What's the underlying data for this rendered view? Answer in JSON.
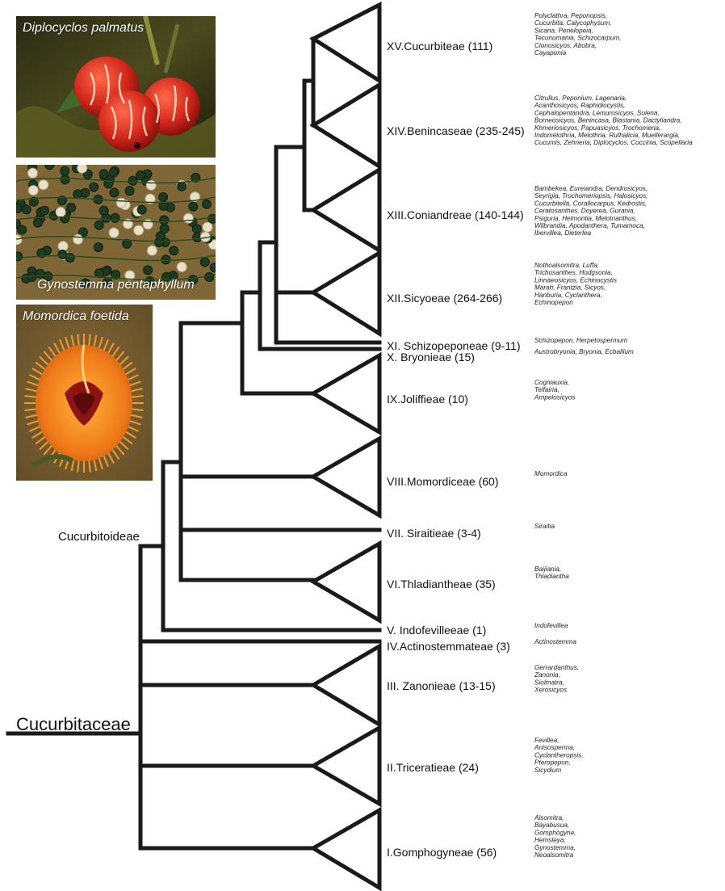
{
  "root_label": "Cucurbitaceae",
  "subfamily_label": "Cucurbitoideae",
  "photos": [
    {
      "caption": "Diplocyclos palmatus",
      "subject": "red-striped-gourds"
    },
    {
      "caption": "Gynostemma pentaphyllum",
      "subject": "dark-and-pale-berries"
    },
    {
      "caption": "Momordica foetida",
      "subject": "orange-spiny-fruit"
    }
  ],
  "tribes": [
    {
      "label": "XV.Cucurbiteae (111)",
      "genera": [
        "Polyclathra, Peponopsis,",
        "Cucurbita, Calycophysum,",
        "Sicana, Penelopeia,",
        "Tecunumania, Schizocarpum,",
        "Cionosicyos, Abobra,",
        "Cayaponia"
      ]
    },
    {
      "label": "XIV.Benincaseae (235-245)",
      "genera": [
        "Citrullus, Peponium, Lagenaria,",
        "Acanthosicyos, Raphidiocystis,",
        "Cephalopentandra, Lemurosicyos, Solena,",
        "Borneosicyos, Benincasa, Blastania, Dactyliandra,",
        "Khmeriosicyos, Papuasicyos, Trochomeria,",
        "Indomelothria, Melothria, Ruthalicia, Muellerargia,",
        "Cucumis, Zehneria, Diplocyclos, Coccinia, Scopellaria"
      ]
    },
    {
      "label": "XIII.Coniandreae (140-144)",
      "genera": [
        "Bambekea, Eureiandra, Dendrosicyos,",
        "Seyrigia, Trochomeriopsis, Halosicyos,",
        "Cucurbitella, Corallocarpus, Kedrostis,",
        "Ceratosanthes, Doyerea, Gurania,",
        "Psiguria, Helmontia, Melotrianthus,",
        "Wilbrandia, Apodanthera, Tumamoca,",
        "Ibervillea, Dieterlea"
      ]
    },
    {
      "label": "XII.Sicyoeae (264-266)",
      "genera": [
        "Nothoalsomitra, Luffa,",
        "Trichosanthes, Hodgsonia,",
        "Linnaeosicyos, Echinocystis",
        "Marah, Frantzia, Sicyos,",
        "Hanburia, Cyclanthera,",
        "Echinopepon"
      ]
    },
    {
      "label": "XI. Schizopeponeae (9-11)",
      "genera": [
        "Schizopepon, Herpetospermum"
      ]
    },
    {
      "label": "X. Bryonieae (15)",
      "genera": [
        "Austrobryonia, Bryonia, Ecballium"
      ]
    },
    {
      "label": "IX.Joliffieae (10)",
      "genera": [
        "Cogniauxia,",
        "Telfairia,",
        "Ampelosicyos"
      ]
    },
    {
      "label": "VIII.Momordiceae (60)",
      "genera": [
        "Momordica"
      ]
    },
    {
      "label": "VII. Siraitieae (3-4)",
      "genera": [
        "Siraitia"
      ]
    },
    {
      "label": "VI.Thladiantheae (35)",
      "genera": [
        "Baijiania,",
        "Thladiantha"
      ]
    },
    {
      "label": "V. Indofevilleeae (1)",
      "genera": [
        "Indofevillea"
      ]
    },
    {
      "label": "IV.Actinostemmateae (3)",
      "genera": [
        "Actinostemma"
      ]
    },
    {
      "label": "III. Zanonieae (13-15)",
      "genera": [
        "Gerrardanthus,",
        "Zanonia,",
        "Siolmatra,",
        "Xerosicyos"
      ]
    },
    {
      "label": "II.Triceratieae (24)",
      "genera": [
        "Fevillea,",
        "Anisosperma,",
        "Cyclantheropsis,",
        "Pteropepon,",
        "Sicydium"
      ]
    },
    {
      "label": "I.Gomphogyneae (56)",
      "genera": [
        "Alsomitra,",
        "Bayabusua,",
        "Gomphogyne,",
        "Hemsleya,",
        "Gynostemma,",
        "Neoalsomitra"
      ]
    }
  ]
}
